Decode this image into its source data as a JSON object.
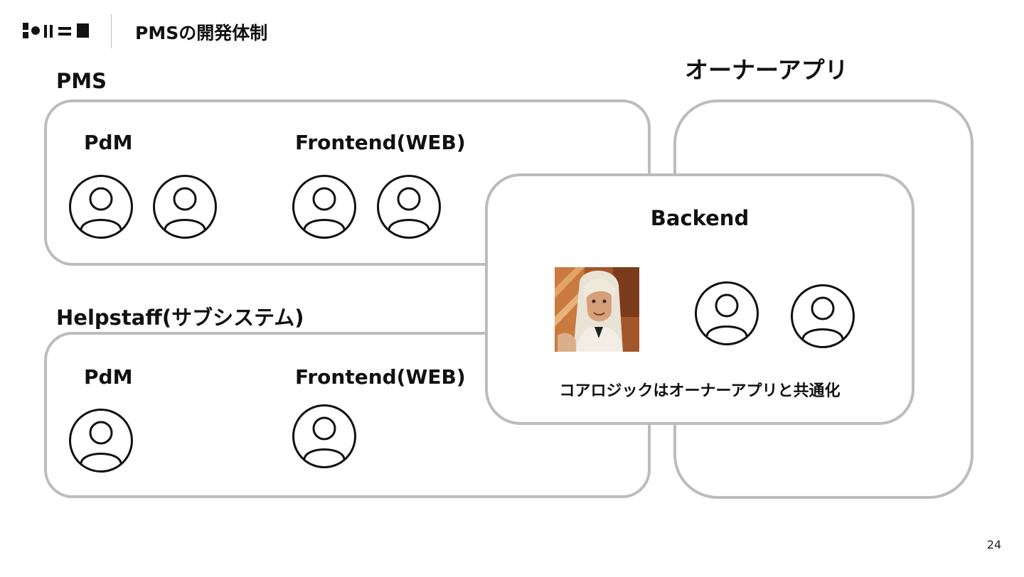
{
  "header": {
    "logo_icon": "brand-logo",
    "title": "PMSの開発体制"
  },
  "sections": {
    "pms": {
      "title": "PMS",
      "groups": [
        {
          "label": "PdM",
          "members": 2
        },
        {
          "label": "Frontend(WEB)",
          "members": 2
        }
      ]
    },
    "helpstaff": {
      "title": "Helpstaff(サブシステム)",
      "groups": [
        {
          "label": "PdM",
          "members": 1
        },
        {
          "label": "Frontend(WEB)",
          "members": 1
        }
      ]
    },
    "owner_app": {
      "title": "オーナーアプリ"
    },
    "backend": {
      "title": "Backend",
      "members": 3,
      "note": "コアロジックはオーナーアプリと共通化"
    }
  },
  "icons": {
    "member": "person-icon",
    "photo": "member-photo"
  },
  "colors": {
    "box_border": "#bcbcbc",
    "text": "#111111"
  },
  "page_number": "24"
}
